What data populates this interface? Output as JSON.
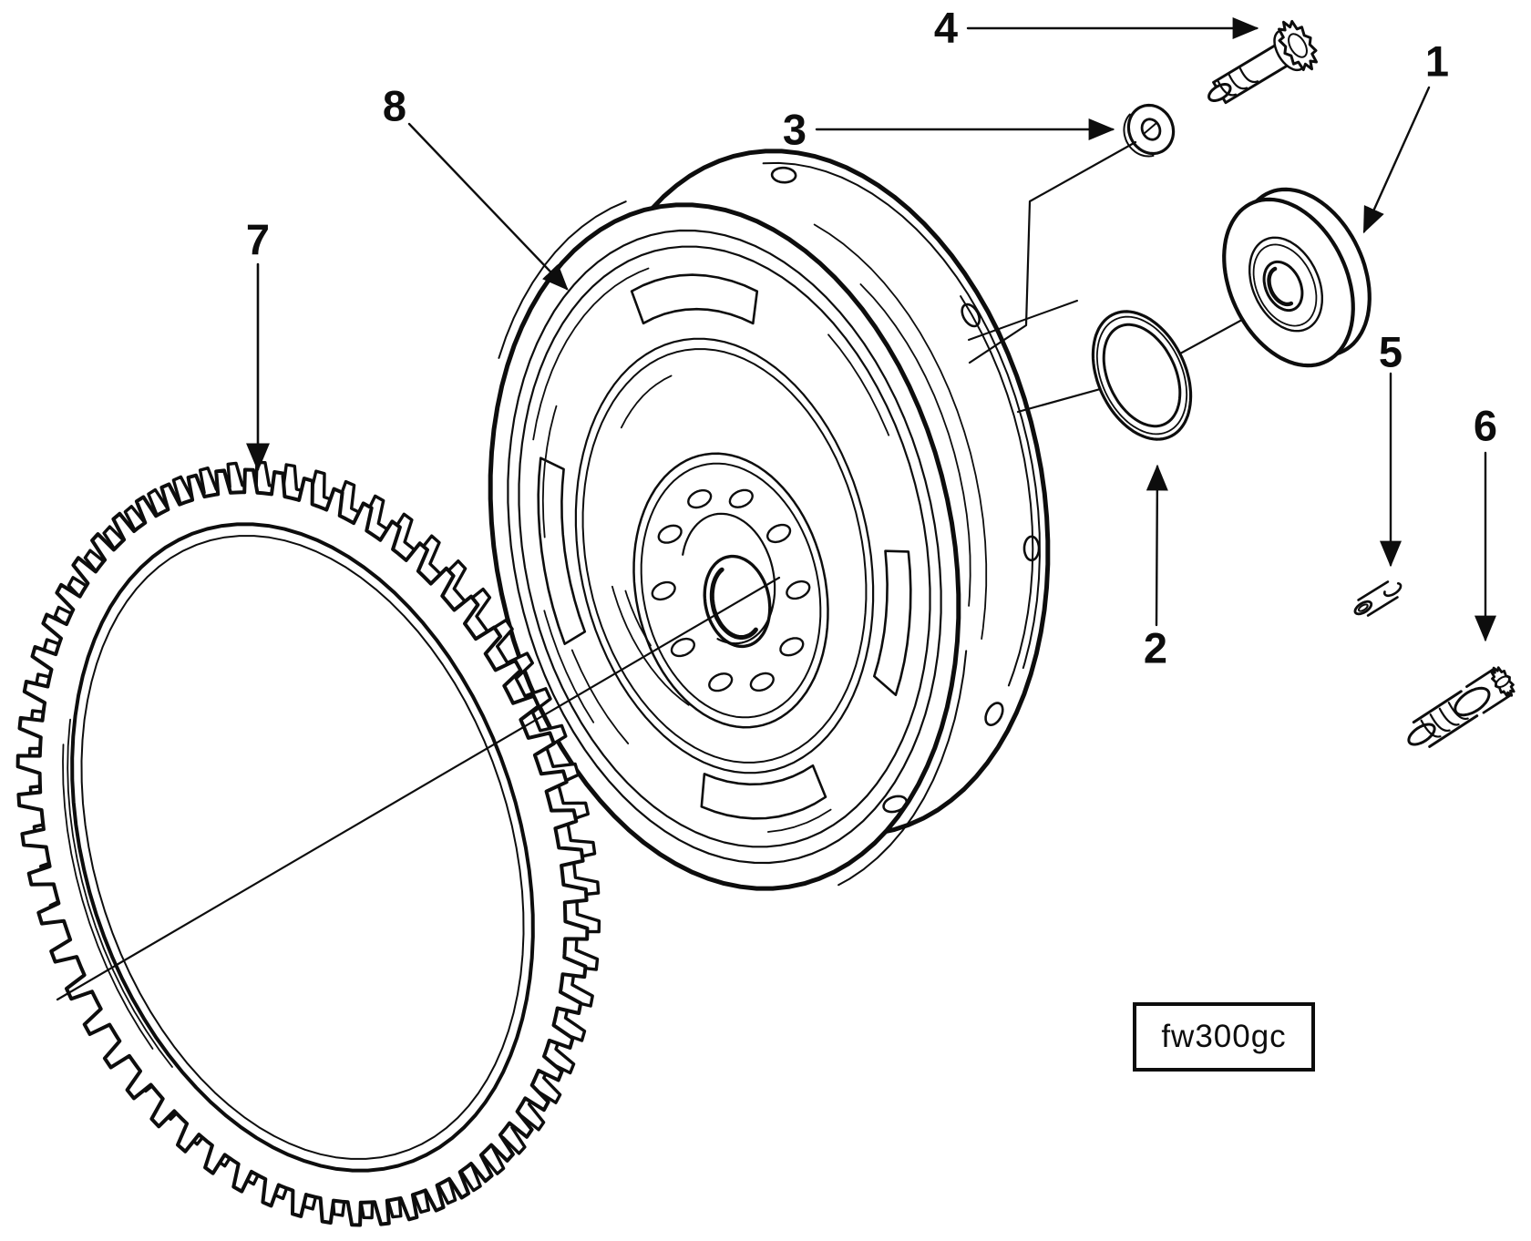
{
  "diagram": {
    "caption": "fw300gc",
    "parts": [
      {
        "label": "1"
      },
      {
        "label": "2"
      },
      {
        "label": "3"
      },
      {
        "label": "4"
      },
      {
        "label": "5"
      },
      {
        "label": "6"
      },
      {
        "label": "7"
      },
      {
        "label": "8"
      }
    ]
  }
}
